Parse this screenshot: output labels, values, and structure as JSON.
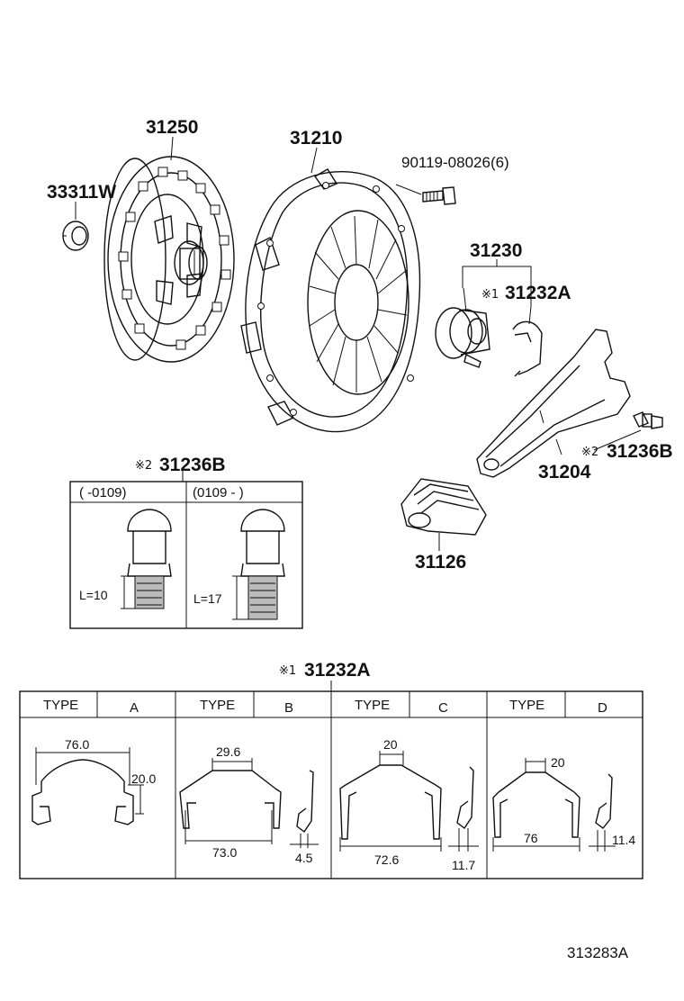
{
  "parts": {
    "p31250": "31250",
    "p33311w": "33311W",
    "p31210": "31210",
    "p90119": "90119-08026(6)",
    "p31230": "31230",
    "p31232a_mark": "※1",
    "p31232a": "31232A",
    "p31236b_mark": "※2",
    "p31236b": "31236B",
    "p31204": "31204",
    "p31126": "31126"
  },
  "inset_31236b": {
    "mark": "※2",
    "title": "31236B",
    "col1_header": "(      -0109)",
    "col2_header": "(0109 -      )",
    "col1_length": "L=10",
    "col2_length": "L=17"
  },
  "clip_table": {
    "mark": "※1",
    "title": "31232A",
    "type_label": "TYPE",
    "types": [
      {
        "letter": "A",
        "dims": [
          "76.0",
          "20.0"
        ]
      },
      {
        "letter": "B",
        "dims": [
          "29.6",
          "73.0",
          "4.5"
        ]
      },
      {
        "letter": "C",
        "dims": [
          "20",
          "72.6",
          "11.7"
        ]
      },
      {
        "letter": "D",
        "dims": [
          "20",
          "76",
          "11.4"
        ]
      }
    ]
  },
  "figure_id": "313283A"
}
